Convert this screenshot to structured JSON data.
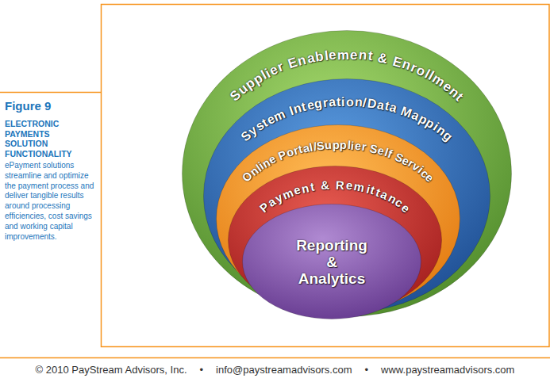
{
  "diagram": {
    "title": "Figure 9",
    "caption": "ELECTRONIC PAYMENTS SOLUTION FUNCTIONALITY",
    "nodes": [
      {
        "text": [
          "Supplier Enablement & Enrollment"
        ]
      },
      {
        "text": [
          "System Integration/Data Mapping"
        ],
        "in": 0
      },
      {
        "text": [
          "Online Portal/Supplier Self Service"
        ],
        "in": 1
      },
      {
        "text": [
          "Payment & Remittance"
        ],
        "in": 2
      },
      {
        "text": [
          "Reporting & Analytics"
        ],
        "in": 3
      }
    ],
    "labels": [
      "ePayment solutions streamline and optimize the payment process and deliver tangible results around processing efficiencies, cost savings and working capital improvements.",
      "© 2010 PayStream Advisors, Inc.",
      "•",
      "info@paystreamadvisors.com",
      "•",
      "www.paystreamadvisors.com"
    ]
  }
}
